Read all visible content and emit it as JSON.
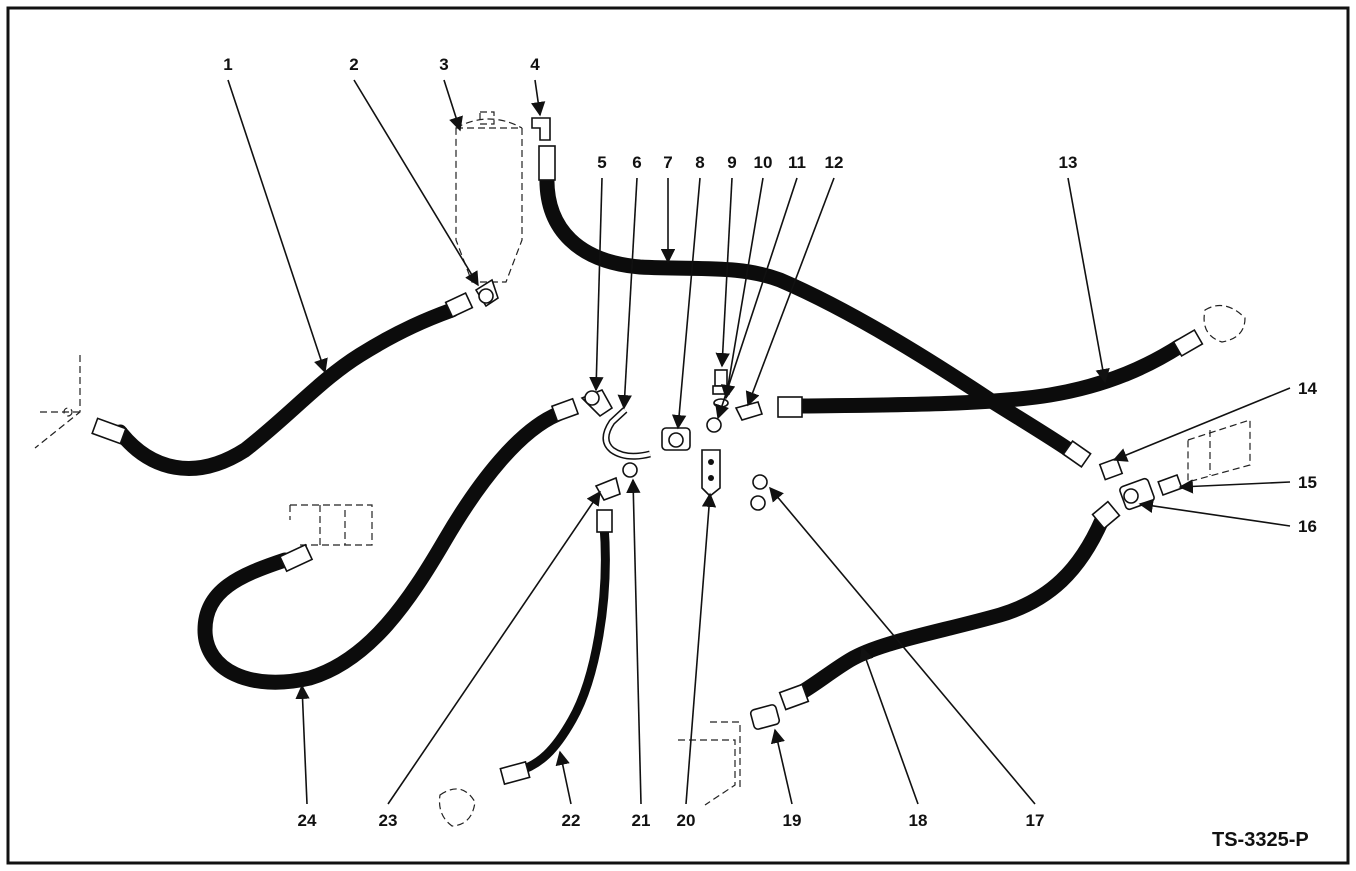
{
  "figure": {
    "id": "TS-3325-P"
  },
  "callouts": [
    {
      "num": "1"
    },
    {
      "num": "2"
    },
    {
      "num": "3"
    },
    {
      "num": "4"
    },
    {
      "num": "5"
    },
    {
      "num": "6"
    },
    {
      "num": "7"
    },
    {
      "num": "8"
    },
    {
      "num": "9"
    },
    {
      "num": "10"
    },
    {
      "num": "11"
    },
    {
      "num": "12"
    },
    {
      "num": "13"
    },
    {
      "num": "14"
    },
    {
      "num": "15"
    },
    {
      "num": "16"
    },
    {
      "num": "17"
    },
    {
      "num": "18"
    },
    {
      "num": "19"
    },
    {
      "num": "20"
    },
    {
      "num": "21"
    },
    {
      "num": "22"
    },
    {
      "num": "23"
    },
    {
      "num": "24"
    }
  ]
}
